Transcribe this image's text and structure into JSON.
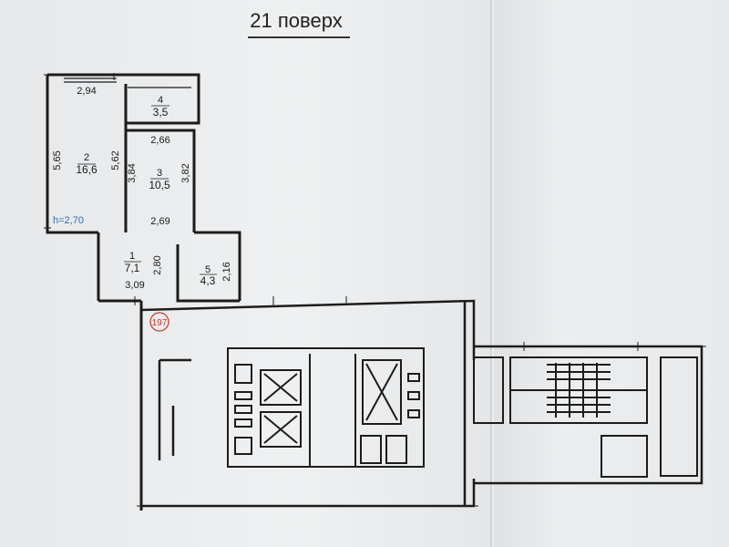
{
  "title": "21 поверх",
  "apartment_number": "197",
  "ceiling_height": "h=2,70",
  "rooms": [
    {
      "id": "room-2",
      "number": "2",
      "area": "16,6"
    },
    {
      "id": "room-3",
      "number": "3",
      "area": "10,5"
    },
    {
      "id": "room-4",
      "number": "4",
      "area": "3,5"
    },
    {
      "id": "room-1",
      "number": "1",
      "area": "7,1"
    },
    {
      "id": "room-5",
      "number": "5",
      "area": "4,3"
    }
  ],
  "dimensions": {
    "room2_top": "2,94",
    "room2_left": "5,65",
    "room2_right": "5,62",
    "room3_top": "2,66",
    "room3_left": "3,84",
    "room3_right": "3,82",
    "room3_bottom": "2,69",
    "room1_right": "2,80",
    "room1_bottom": "3,09",
    "room5_right": "2,16"
  },
  "colors": {
    "line": "#1c1c1c",
    "marker": "#c0392b",
    "blue": "#2f6fb3"
  }
}
